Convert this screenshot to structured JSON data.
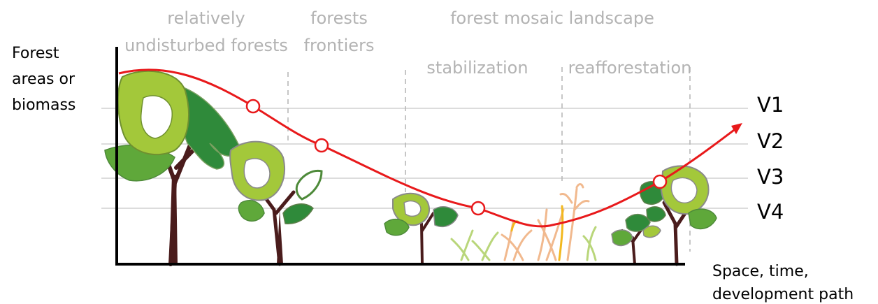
{
  "y_axis_label": [
    "Forest",
    "areas or",
    "biomass"
  ],
  "x_axis_label": [
    "Space, time,",
    "development path"
  ],
  "phases": {
    "relatively_undisturbed": [
      "relatively",
      "undisturbed forests"
    ],
    "forests_frontiers": [
      "forests",
      "frontiers"
    ],
    "forest_mosaic": "forest mosaic landscape",
    "stabilization": "stabilization",
    "reafforestation": "reafforestation"
  },
  "levels": [
    "V1",
    "V2",
    "V3",
    "V4"
  ],
  "colors": {
    "curve": "#e8191b",
    "reference_line": "#c8c8c8",
    "phase_divider": "#b8b8b8",
    "phase_text": "#b3b3b3",
    "axis": "#000000",
    "leaf_light": "#a3c83a",
    "leaf_mid": "#5fa83a",
    "leaf_dark": "#2f8a3a",
    "trunk": "#4a1c1c",
    "crop_light": "#f1b98e",
    "crop_green": "#b9d67a",
    "crop_yellow": "#f2b81e"
  },
  "icons": [
    "tree-icon",
    "crop-icon"
  ]
}
